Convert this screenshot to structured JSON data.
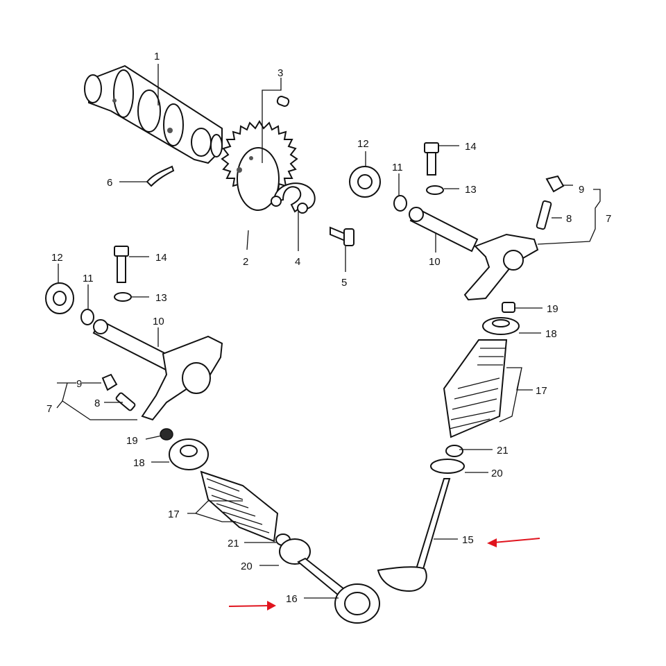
{
  "parts": [
    {
      "id": "camshaft",
      "number": "1"
    },
    {
      "id": "cam-sprocket",
      "number": "2"
    },
    {
      "id": "dowel-pin",
      "number": "3"
    },
    {
      "id": "lock-plate",
      "number": "4"
    },
    {
      "id": "sprocket-bolt",
      "number": "5"
    },
    {
      "id": "circlip",
      "number": "6"
    },
    {
      "id": "rocker-arm",
      "number": "7"
    },
    {
      "id": "adjusting-screw",
      "number": "8"
    },
    {
      "id": "lock-nut",
      "number": "9"
    },
    {
      "id": "rocker-shaft",
      "number": "10"
    },
    {
      "id": "o-ring",
      "number": "11"
    },
    {
      "id": "gasket",
      "number": "12"
    },
    {
      "id": "washer",
      "number": "13"
    },
    {
      "id": "bolt",
      "number": "14"
    },
    {
      "id": "valve-15",
      "number": "15"
    },
    {
      "id": "valve-16",
      "number": "16"
    },
    {
      "id": "valve-spring",
      "number": "17"
    },
    {
      "id": "spring-retainer",
      "number": "18"
    },
    {
      "id": "cotter",
      "number": "19"
    },
    {
      "id": "spring-seat",
      "number": "20"
    },
    {
      "id": "stem-seal",
      "number": "21"
    }
  ],
  "highlight_color": "#e0141e",
  "highlighted_parts": [
    "15",
    "16"
  ]
}
